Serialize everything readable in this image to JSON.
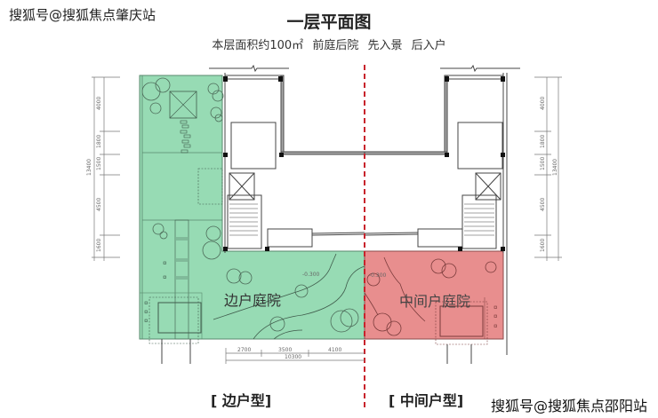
{
  "watermarks": {
    "top": "搜狐号@搜狐焦点肇庆站",
    "bottom": "搜狐号@搜狐焦点邵阳站"
  },
  "header": {
    "title": "一层平面图",
    "subtitle_parts": [
      "本层面积约100㎡",
      "前庭后院",
      "先入景",
      "后入户"
    ]
  },
  "plan": {
    "yards": {
      "end_unit_yard": "边户庭院",
      "middle_unit_yard": "中间户庭院"
    },
    "unit_labels": {
      "end_unit": "[ 边户型]",
      "middle_unit": "[ 中间户型]"
    },
    "colors": {
      "end_yard_fill": "#97dbb4",
      "middle_yard_fill": "#e88e8e",
      "divider_line": "#c8232c",
      "wall": "#444444"
    },
    "elevation_marks": [
      "-0.300",
      "-0.300"
    ],
    "vertical_dims": {
      "segments": [
        "4000",
        "1800",
        "1500",
        "4500",
        "1600"
      ],
      "total": "13400"
    },
    "horizontal_dims": {
      "segments": [
        "2700",
        "3500",
        "4100"
      ],
      "total": "10300"
    }
  }
}
